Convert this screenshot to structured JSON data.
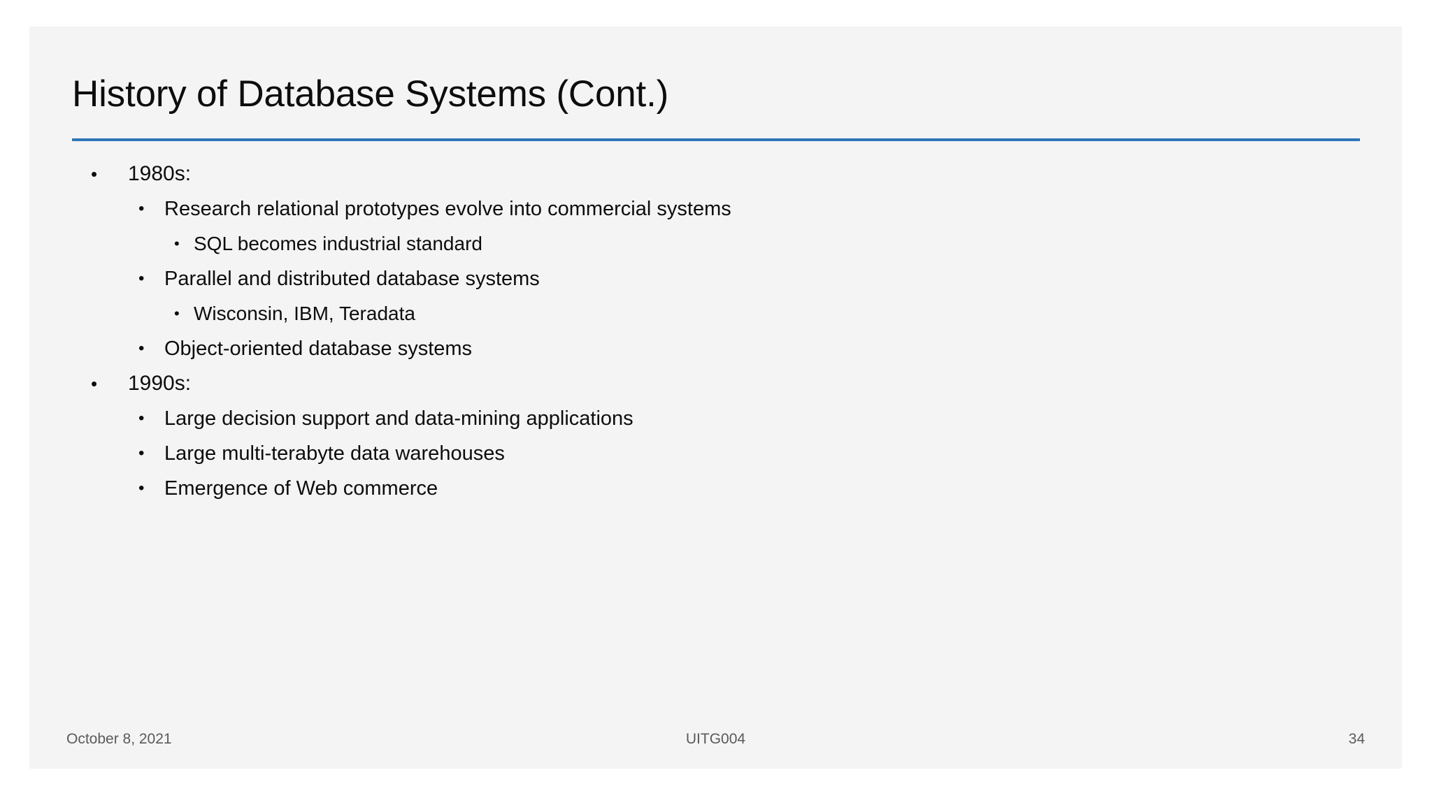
{
  "slide": {
    "title": "History of Database Systems (Cont.)",
    "accent_color": "#2e75b6",
    "background_color": "#f4f4f4",
    "text_color": "#0d0d0d",
    "bullet_glyph": "•",
    "content": [
      {
        "level": 1,
        "text": "1980s:"
      },
      {
        "level": 2,
        "text": "Research relational prototypes evolve into commercial systems"
      },
      {
        "level": 3,
        "text": "SQL becomes industrial standard"
      },
      {
        "level": 2,
        "text": "Parallel and distributed database systems"
      },
      {
        "level": 3,
        "text": "Wisconsin, IBM, Teradata"
      },
      {
        "level": 2,
        "text": "Object-oriented database systems"
      },
      {
        "level": 1,
        "text": "1990s:"
      },
      {
        "level": 2,
        "text": "Large decision support and data-mining applications"
      },
      {
        "level": 2,
        "text": "Large multi-terabyte data warehouses"
      },
      {
        "level": 2,
        "text": "Emergence of Web commerce"
      }
    ],
    "footer": {
      "date": "October 8, 2021",
      "code": "UITG004",
      "page_number": "34",
      "color": "#5a5a5a"
    }
  }
}
